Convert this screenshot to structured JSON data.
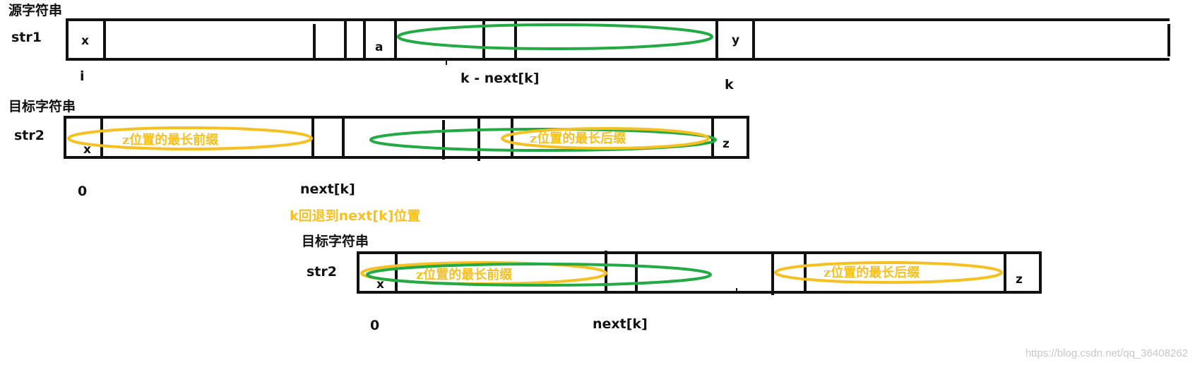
{
  "colors": {
    "ink": "#111111",
    "green": "#22aa44",
    "yellow": "#f5c020",
    "watermark": "#c8c8c8"
  },
  "row1": {
    "title": "源字符串",
    "name": "str1",
    "cell_x": "x",
    "cell_a": "a",
    "cell_y": "y",
    "idx_i": "i",
    "idx_knext": "k - next[k]",
    "idx_k": "k"
  },
  "row2": {
    "title": "目标字符串",
    "name": "str2",
    "cell_x": "x",
    "cell_z": "z",
    "prefix_label": "z位置的最长前缀",
    "suffix_label": "z位置的最长后缀",
    "idx_0": "0",
    "idx_next": "next[k]"
  },
  "note": "k回退到next[k]位置",
  "row3": {
    "title": "目标字符串",
    "name": "str2",
    "cell_x": "x",
    "cell_z": "z",
    "prefix_label": "z位置的最长前缀",
    "suffix_label": "z位置的最长后缀",
    "idx_0": "0",
    "idx_next": "next[k]"
  },
  "watermark": "https://blog.csdn.net/qq_36408262"
}
